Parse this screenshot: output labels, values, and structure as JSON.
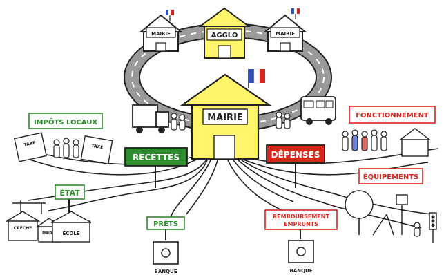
{
  "houses": {
    "mairie_small_left": "MAIRIE",
    "agglo": "AGGLO",
    "mairie_small_right": "MAIRIE",
    "mairie_main": "MAIRIE"
  },
  "signs": {
    "recettes": "RECETTES",
    "depenses": "DÉPENSES"
  },
  "labels": {
    "impots_locaux": "IMPÔTS LOCAUX",
    "etat": "ÉTAT",
    "prets": "PRÊTS",
    "remboursement_line1": "REMBOURSEMENT",
    "remboursement_line2": "EMPRUNTS",
    "fonctionnement": "FONCTIONNEMENT",
    "equipements": "ÉQUIPEMENTS"
  },
  "small_text": {
    "taxe_1": "TAXE",
    "taxe_2": "TAXE",
    "creche": "CRÈCHE",
    "ecole": "ÉCOLE",
    "mairie_small_building": "MAIRIE",
    "banque_left": "BANQUE",
    "banque_right": "BANQUE"
  },
  "colors": {
    "green": "#2e8b2e",
    "red": "#d8261f",
    "yellow": "#fff46a",
    "ink": "#222222",
    "road": "#9a9a9a"
  }
}
